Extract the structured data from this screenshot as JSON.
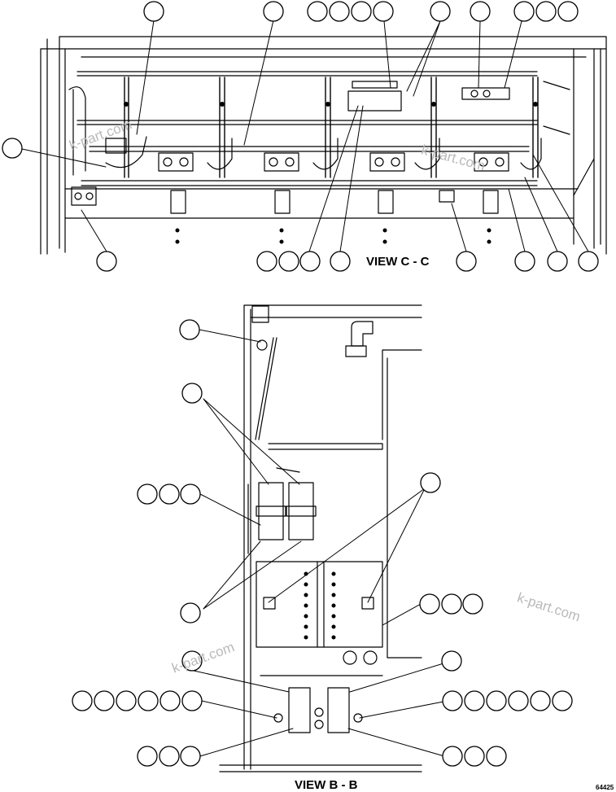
{
  "views": {
    "top_label": "VIEW C - C",
    "bottom_label": "VIEW B - B"
  },
  "watermark": "k-part.com",
  "figure_id": "64425",
  "colors": {
    "line": "#000000",
    "watermark": "#b9b9b9"
  }
}
